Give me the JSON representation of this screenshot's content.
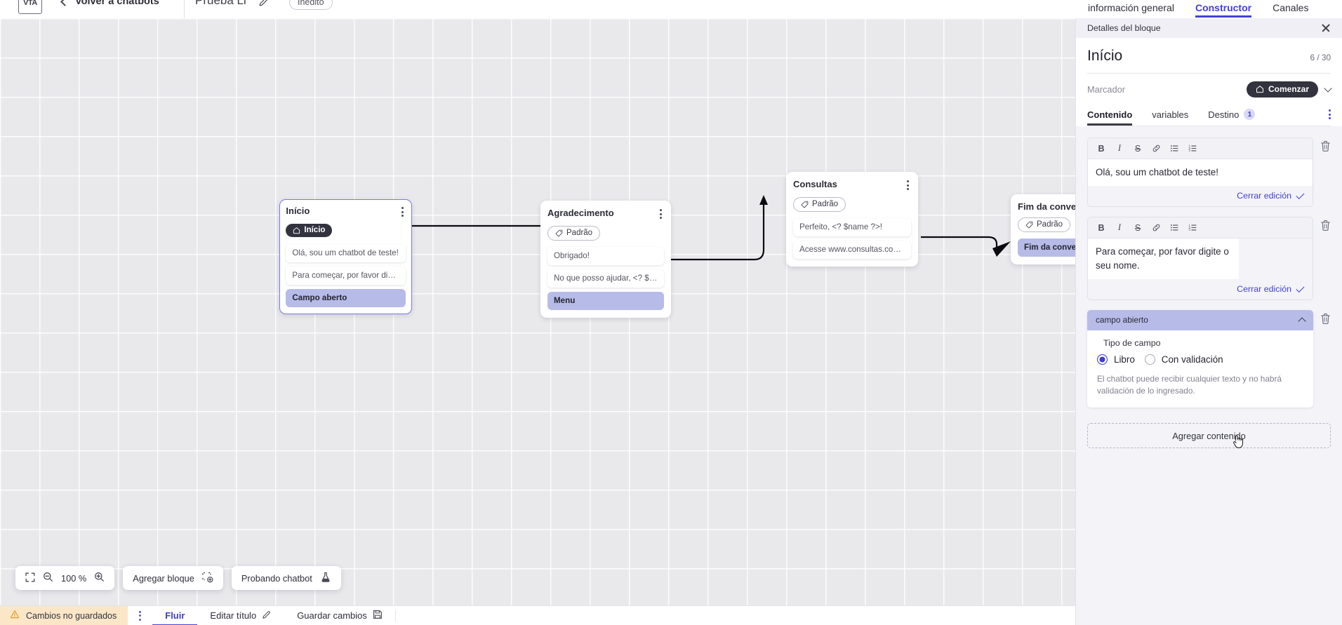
{
  "topbar": {
    "logo_alt": "app-logo",
    "back_label": "Volver a chatbots",
    "doc_title": "Prueba Li",
    "status_badge": "Inédito",
    "tabs": [
      {
        "label": "información general",
        "active": false
      },
      {
        "label": "Constructor",
        "active": true
      },
      {
        "label": "Canales",
        "active": false
      }
    ]
  },
  "canvas": {
    "nodes": [
      {
        "id": "inicio",
        "title": "Início",
        "tag": "Início",
        "tag_type": "start",
        "selected": true,
        "rows": [
          {
            "text": "Olá, sou um chatbot de teste!",
            "highlight": false
          },
          {
            "text": "Para começar, por favor digite o ...",
            "highlight": false
          },
          {
            "text": "Campo aberto",
            "highlight": true
          }
        ]
      },
      {
        "id": "agradecimento",
        "title": "Agradecimento",
        "tag": "Padrão",
        "tag_type": "default",
        "selected": false,
        "rows": [
          {
            "text": "Obrigado!",
            "highlight": false
          },
          {
            "text": "No que posso ajudar, <? $name ...",
            "highlight": false
          },
          {
            "text": "Menu",
            "highlight": true
          }
        ]
      },
      {
        "id": "consultas",
        "title": "Consultas",
        "tag": "Padrão",
        "tag_type": "default",
        "selected": false,
        "rows": [
          {
            "text": "Perfeito, <? $name ?>!",
            "highlight": false
          },
          {
            "text": "Acesse www.consultas.com par...",
            "highlight": false
          }
        ]
      },
      {
        "id": "fim",
        "title": "Fim da conversa",
        "tag": "Padrão",
        "tag_type": "default",
        "selected": false,
        "rows": [
          {
            "text": "Fim da conversa",
            "highlight": true
          }
        ]
      }
    ]
  },
  "toolbar": {
    "fit_icon": "fit-screen-icon",
    "zoom_out_icon": "zoom-out-icon",
    "zoom_level": "100 %",
    "zoom_in_icon": "zoom-in-icon",
    "add_block_label": "Agregar bloque",
    "add_block_icon": "add-block-icon",
    "test_label": "Probando chatbot",
    "test_icon": "flask-icon"
  },
  "statusbar": {
    "unsaved_label": "Cambios no guardados",
    "warning_icon": "warning-icon",
    "kebab_icon": "more-options-icon",
    "flow_label": "Fluir",
    "edit_title_label": "Editar título",
    "edit_title_icon": "pencil-icon",
    "save_label": "Guardar cambios",
    "save_icon": "save-disk-icon"
  },
  "panel": {
    "header_title": "Detalles del bloque",
    "close_icon": "close-icon",
    "block_title": "Início",
    "block_count": "6 / 30",
    "marker_label": "Marcador",
    "marker_pill": "Comenzar",
    "marker_pill_icon": "home-icon",
    "marker_chevron": "chevron-down-icon",
    "tabs": [
      {
        "label": "Contenido",
        "active": true,
        "badge": null
      },
      {
        "label": "variables",
        "active": false,
        "badge": null
      },
      {
        "label": "Destino",
        "active": false,
        "badge": "1"
      }
    ],
    "tabs_kebab": "more-options-icon",
    "editor_toolbar": [
      {
        "name": "bold-icon",
        "glyph": "B"
      },
      {
        "name": "italic-icon",
        "glyph": "I"
      },
      {
        "name": "strikethrough-icon",
        "glyph": "S"
      },
      {
        "name": "link-icon",
        "glyph": "link"
      },
      {
        "name": "bullet-list-icon",
        "glyph": "ul"
      },
      {
        "name": "numbered-list-icon",
        "glyph": "ol"
      }
    ],
    "editors": [
      {
        "text": "Olá, sou um chatbot de teste!",
        "close_label": "Cerrar edición"
      },
      {
        "text": "Para começar, por favor digite o seu nome.",
        "close_label": "Cerrar edición"
      }
    ],
    "field_card": {
      "header": "campo abierto",
      "collapse_icon": "chevron-up-icon",
      "legend": "Tipo de campo",
      "options": [
        {
          "label": "Libro",
          "selected": true
        },
        {
          "label": "Con validación",
          "selected": false
        }
      ],
      "help": "El chatbot puede recibir cualquier texto y no habrá validación de lo ingresado."
    },
    "add_content_label": "Agregar contenido",
    "delete_icon": "trash-icon"
  },
  "colors": {
    "accent": "#4340d8",
    "highlight_row": "#b7bbe8",
    "dark_pill": "#33323f",
    "warning_bg": "#fbe6c8",
    "canvas_bg": "#e9e9ec"
  }
}
